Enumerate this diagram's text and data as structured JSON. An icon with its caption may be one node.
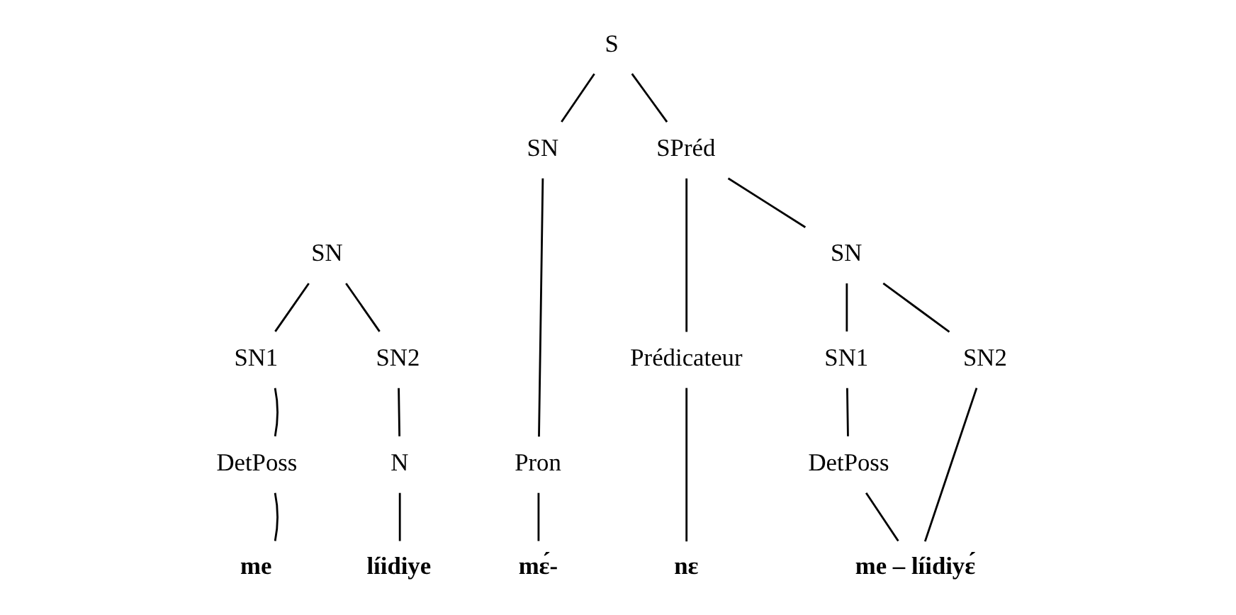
{
  "diagram": {
    "nodes": [
      {
        "text": [
          "SN"
        ]
      },
      {
        "text": [
          "SN1"
        ]
      },
      {
        "text": [
          "SN2"
        ]
      },
      {
        "text": [
          "DetPoss"
        ]
      },
      {
        "text": [
          "N"
        ]
      },
      {
        "text": [
          "me"
        ]
      },
      {
        "text": [
          "líidiye"
        ]
      },
      {
        "text": [
          "S"
        ]
      },
      {
        "text": [
          "SN"
        ]
      },
      {
        "text": [
          "SPréd"
        ]
      },
      {
        "text": [
          "Prédicateur"
        ]
      },
      {
        "text": [
          "SN"
        ]
      },
      {
        "text": [
          "SN1"
        ]
      },
      {
        "text": [
          "SN2"
        ]
      },
      {
        "text": [
          "Pron"
        ]
      },
      {
        "text": [
          "DetPoss"
        ]
      },
      {
        "text": [
          "mɛ́-"
        ]
      },
      {
        "text": [
          "nɛ"
        ]
      },
      {
        "text": [
          "me – líidiyɛ́"
        ]
      }
    ],
    "edges": [
      {
        "from": 0,
        "to": 1,
        "arrow": "none"
      },
      {
        "from": 0,
        "to": 2,
        "arrow": "none"
      },
      {
        "from": 1,
        "to": 3,
        "arrow": "none"
      },
      {
        "from": 2,
        "to": 4,
        "arrow": "none"
      },
      {
        "from": 3,
        "to": 5,
        "arrow": "none"
      },
      {
        "from": 4,
        "to": 6,
        "arrow": "none"
      },
      {
        "from": 7,
        "to": 8,
        "arrow": "none"
      },
      {
        "from": 7,
        "to": 9,
        "arrow": "none"
      },
      {
        "from": 9,
        "to": 10,
        "arrow": "none"
      },
      {
        "from": 9,
        "to": 11,
        "arrow": "none"
      },
      {
        "from": 11,
        "to": 12,
        "arrow": "none"
      },
      {
        "from": 11,
        "to": 13,
        "arrow": "none"
      },
      {
        "from": 8,
        "to": 14,
        "arrow": "none"
      },
      {
        "from": 14,
        "to": 16,
        "arrow": "none"
      },
      {
        "from": 10,
        "to": 17,
        "arrow": "none"
      },
      {
        "from": 12,
        "to": 15,
        "arrow": "none"
      },
      {
        "from": 15,
        "to": 18,
        "arrow": "none"
      },
      {
        "from": 13,
        "to": 18,
        "arrow": "none"
      }
    ]
  }
}
